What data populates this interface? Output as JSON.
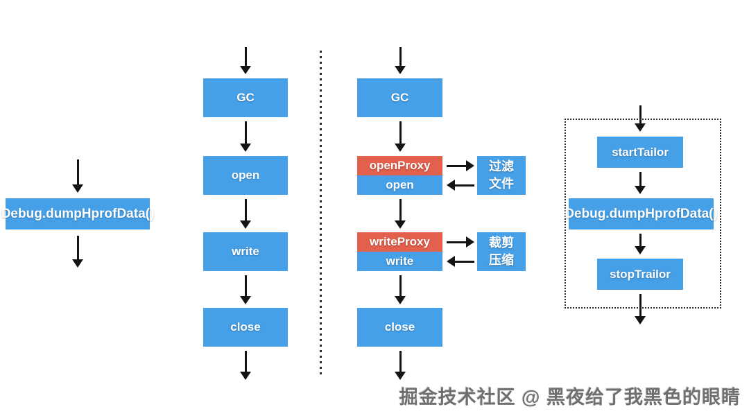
{
  "colors": {
    "blue": "#46a0e8",
    "red": "#e2604c",
    "arrow": "#141414",
    "dots": "#2a2a2a"
  },
  "flow_direct": {
    "dump": "Debug.dumpHprofData()"
  },
  "flow_plain": {
    "gc": "GC",
    "open": "open",
    "write": "write",
    "close": "close"
  },
  "flow_hook": {
    "gc": "GC",
    "open_proxy": "openProxy",
    "open": "open",
    "filter_line1": "过滤",
    "filter_line2": "文件",
    "write_proxy": "writeProxy",
    "write": "write",
    "crop_line1": "裁剪",
    "crop_line2": "压缩",
    "close": "close"
  },
  "flow_tailor": {
    "start": "startTailor",
    "dump": "Debug.dumpHprofData()",
    "stop": "stopTrailor"
  },
  "watermark": "掘金技术社区 @ 黑夜给了我黑色的眼睛"
}
